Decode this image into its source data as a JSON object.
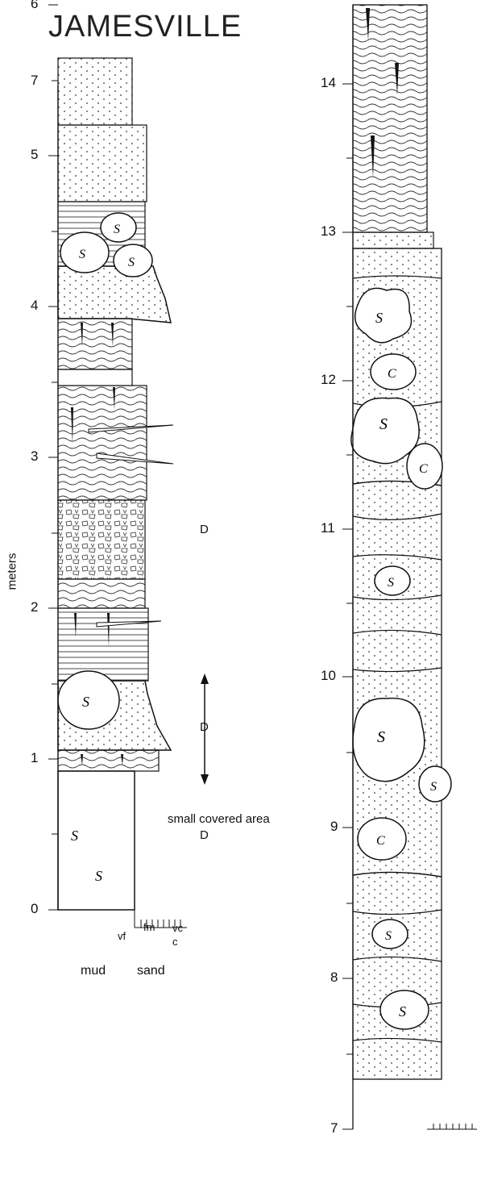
{
  "title": "JAMESVILLE",
  "axis_label": "meters",
  "left_column": {
    "ticks": [
      "0",
      "1",
      "2",
      "3",
      "4",
      "5",
      "6",
      "7"
    ]
  },
  "right_column": {
    "ticks": [
      "7",
      "8",
      "9",
      "10",
      "11",
      "12",
      "13",
      "14"
    ]
  },
  "annotations": {
    "d_at_4m": "D",
    "d_range": "D",
    "covered": "small covered area",
    "d_at_2m": "D"
  },
  "grain_scale": {
    "vf": "vf",
    "fm": "fm",
    "vc": "vc",
    "c": "c",
    "mud": "mud",
    "sand": "sand"
  },
  "concretion_labels": [
    "S",
    "C"
  ]
}
